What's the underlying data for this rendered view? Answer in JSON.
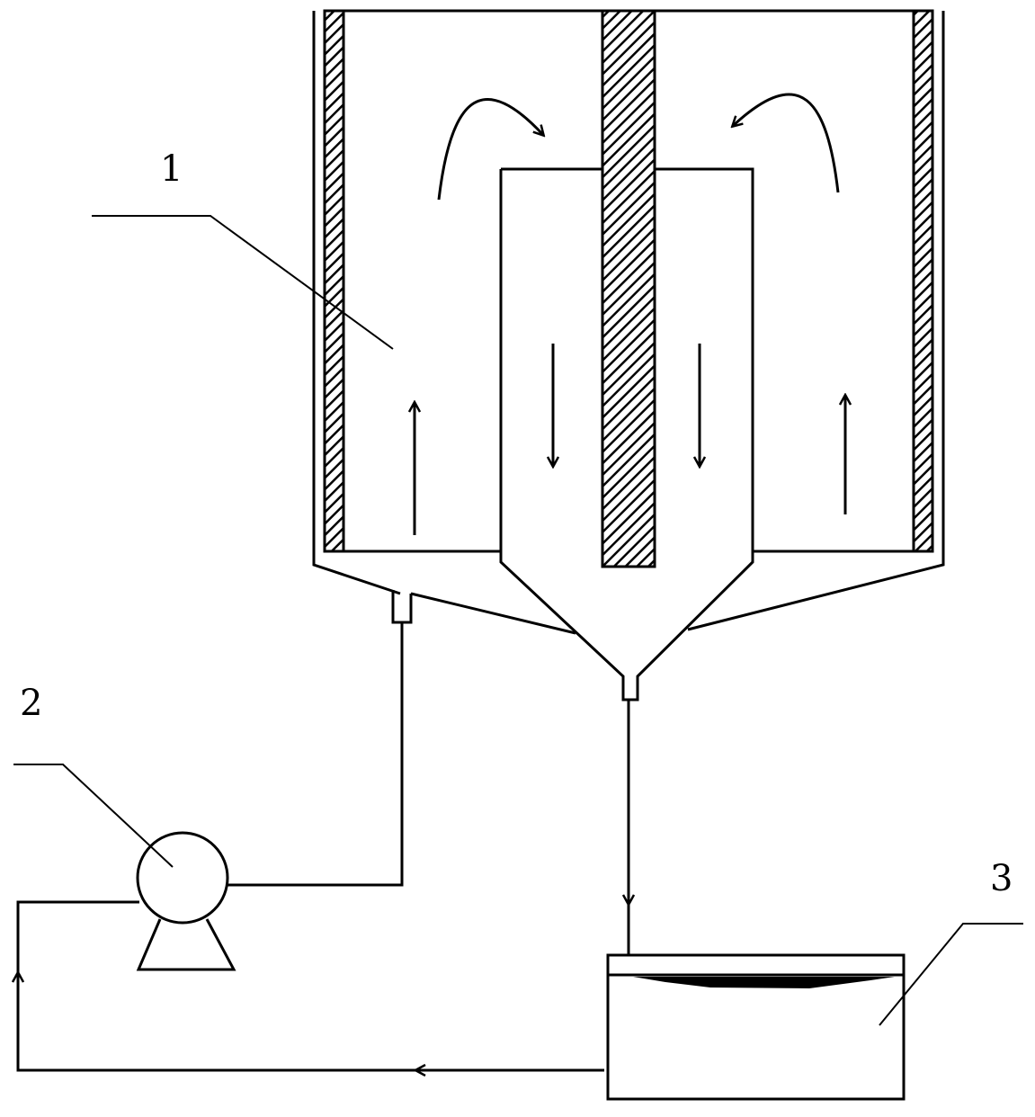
{
  "labels": {
    "reactor": "1",
    "pump": "2",
    "tank": "3"
  },
  "colors": {
    "ink": "#000000",
    "paper": "#ffffff",
    "hatch_fill": "#555555"
  }
}
